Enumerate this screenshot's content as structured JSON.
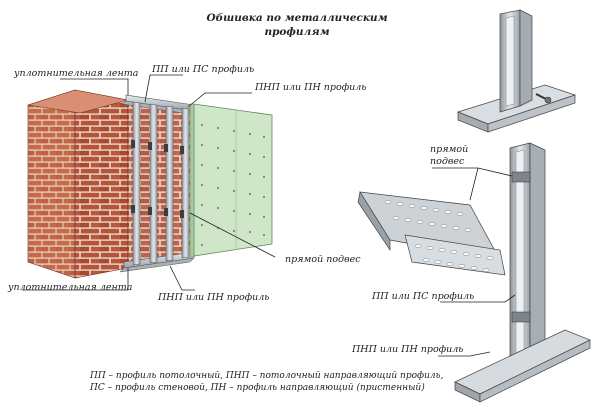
{
  "title_line1": "Обшивка по металлическим",
  "title_line2": "профилям",
  "labels": {
    "seal_tape_top": "уплотнительная лента",
    "pp_ps_top": "ПП или ПС профиль",
    "pnp_pn_top": "ПНП или ПН профиль",
    "direct_hanger_main": "прямой подвес",
    "seal_tape_bottom": "уплотнительная лента",
    "pnp_pn_bottom": "ПНП или ПН профиль",
    "direct_hanger_right_1": "прямой",
    "direct_hanger_right_2": "подвес",
    "pp_ps_right": "ПП или ПС профиль",
    "pnp_pn_right": "ПНП или ПН профиль"
  },
  "legend": {
    "line1": "ПП – профиль потолочный, ПНП – потолочный направляющий профиль,",
    "line2": "ПС – профиль стеновой, ПН – профиль направляющий (пристенный)"
  },
  "colors": {
    "brick": "#b5543a",
    "mortar": "#ead9c8",
    "drywall": "#cfe6c8",
    "metal": "#c9ced3"
  }
}
